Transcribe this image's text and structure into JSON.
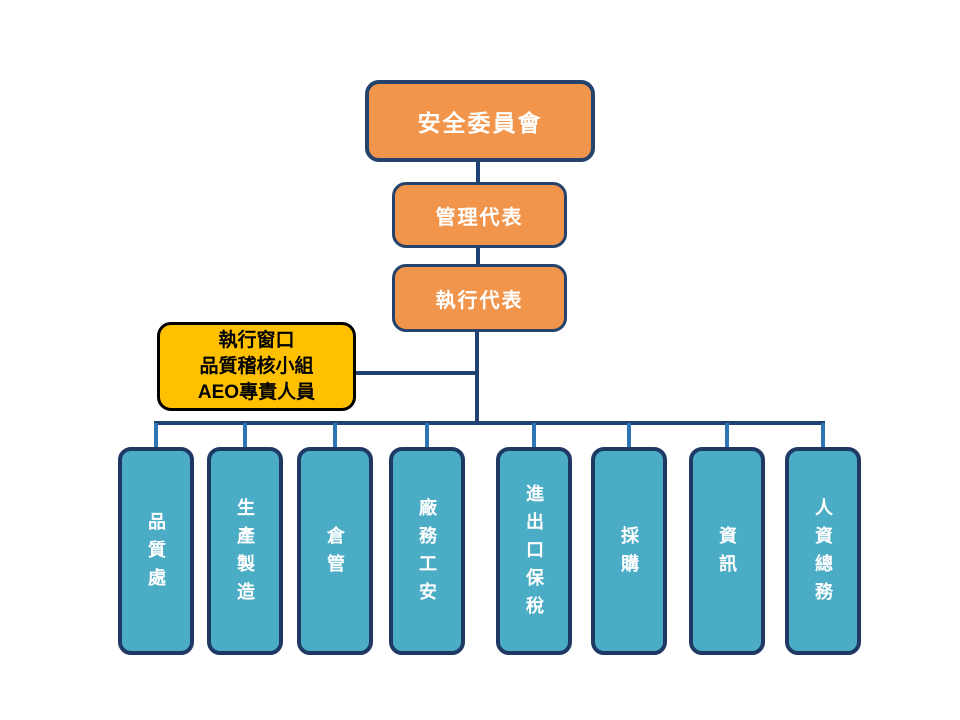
{
  "org": {
    "title": "AEO organization chart",
    "colors": {
      "background": "#FFFFFF",
      "orange_fill": "#F2954C",
      "teal_fill": "#4BACC6",
      "yellow_fill": "#FFC000",
      "navy_border": "#24426B",
      "dept_border": "#1F3864",
      "black_border": "#000000",
      "connector_navy": "#1F4273",
      "connector_blue": "#2E75B6",
      "text_white": "#FFFFFF",
      "text_black": "#000000"
    },
    "level1": {
      "label": "安全委員會"
    },
    "level2": {
      "label": "管理代表"
    },
    "level3": {
      "label": "執行代表"
    },
    "liaison": {
      "lines": [
        "執行窗口",
        "品質稽核小組",
        "AEO專責人員"
      ]
    },
    "departments": [
      {
        "label": "品質處"
      },
      {
        "label": "生產製造"
      },
      {
        "label": "倉管"
      },
      {
        "label": "廠務工安"
      },
      {
        "label": "進出口保稅"
      },
      {
        "label": "採購"
      },
      {
        "label": "資訊"
      },
      {
        "label": "人資總務"
      }
    ]
  }
}
